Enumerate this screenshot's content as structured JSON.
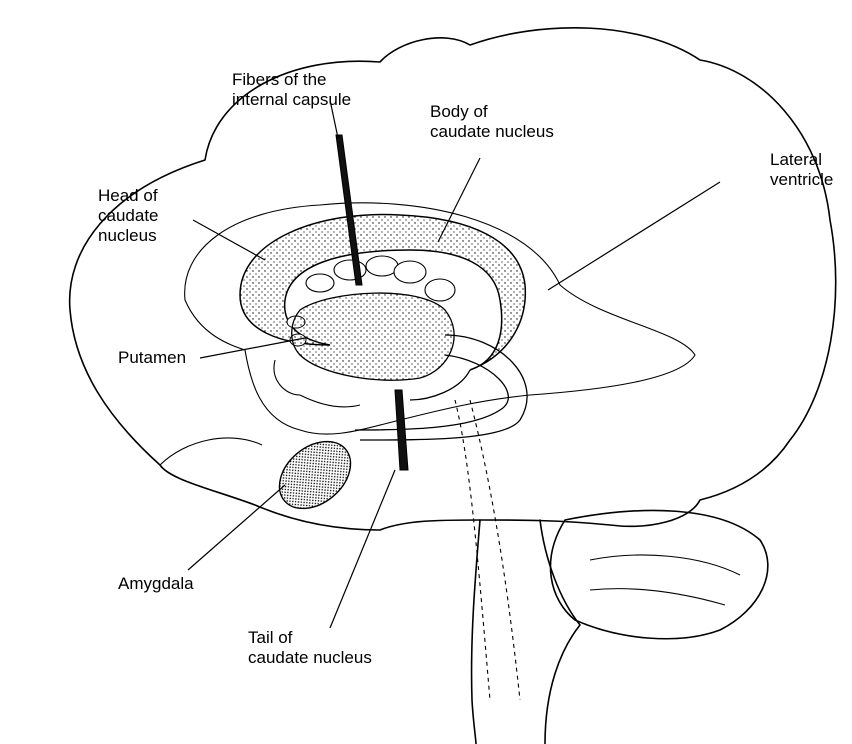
{
  "labels": {
    "fibers_internal_capsule": {
      "line1": "Fibers of the",
      "line2": "internal capsule"
    },
    "body_caudate": {
      "line1": "Body of",
      "line2": "caudate nucleus"
    },
    "lateral_ventricle": {
      "line1": "Lateral",
      "line2": "ventricle"
    },
    "head_caudate": {
      "line1": "Head of",
      "line2": "caudate",
      "line3": "nucleus"
    },
    "putamen": {
      "line1": "Putamen"
    },
    "amygdala": {
      "line1": "Amygdala"
    },
    "tail_caudate": {
      "line1": "Tail of",
      "line2": "caudate nucleus"
    }
  }
}
